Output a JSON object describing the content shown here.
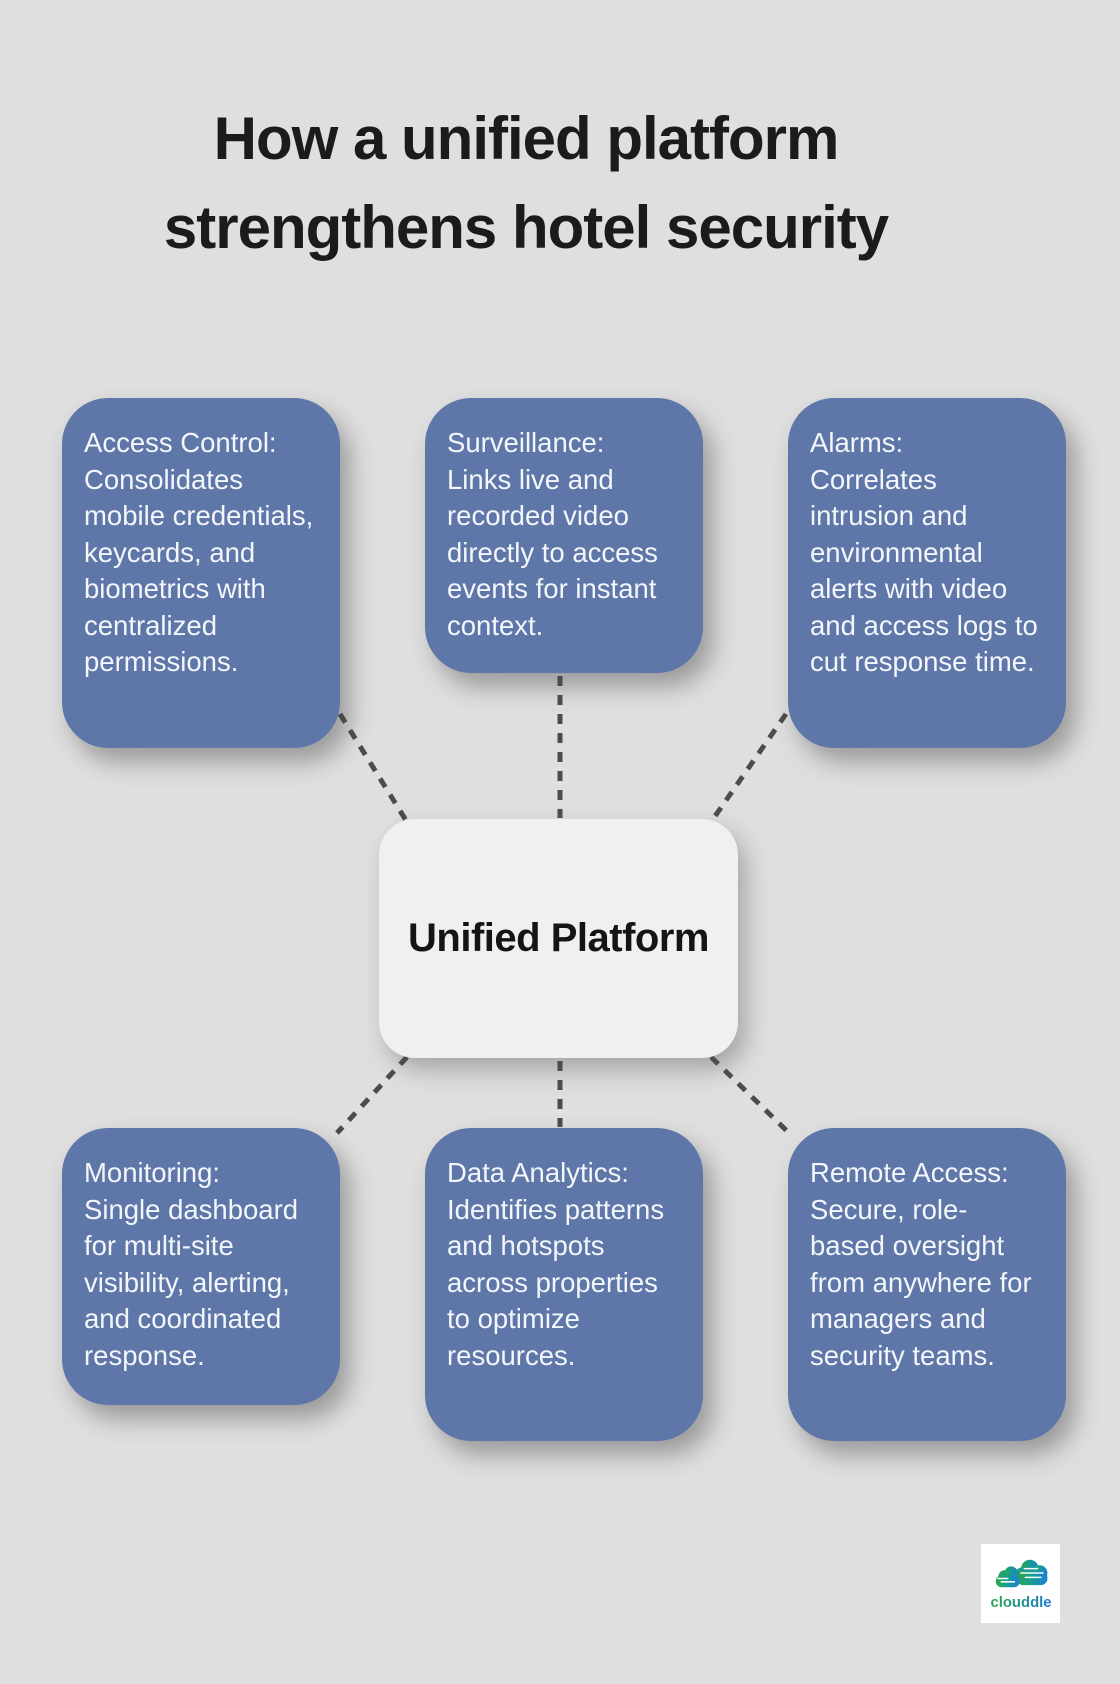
{
  "title": {
    "line1": "How a unified platform",
    "line2": "strengthens hotel security"
  },
  "center": {
    "label": "Unified Platform"
  },
  "nodes": [
    {
      "id": "access-control",
      "heading": "Access Control:",
      "body": "Consolidates mobile credentials, keycards, and biometrics with centralized permissions."
    },
    {
      "id": "surveillance",
      "heading": "Surveillance:",
      "body": "Links live and recorded video directly to access events for instant context."
    },
    {
      "id": "alarms",
      "heading": "Alarms:",
      "body": "Correlates intrusion and environmental alerts with video and access logs to cut response time."
    },
    {
      "id": "monitoring",
      "heading": "Monitoring:",
      "body": "Single dashboard for multi-site visibility, alerting, and coordinated response."
    },
    {
      "id": "data-analytics",
      "heading": "Data Analytics:",
      "body": "Identifies patterns and hotspots across properties to optimize resources."
    },
    {
      "id": "remote-access",
      "heading": "Remote Access:",
      "body": "Secure, role-based oversight from anywhere for managers and security teams."
    }
  ],
  "logo": {
    "brand": "clouddle"
  },
  "colors": {
    "background": "#dfdfe0",
    "node_fill": "#5e77a8",
    "node_text": "#f3f6fa",
    "center_fill": "#f0f0f2",
    "title_text": "#1b1b1b",
    "connector": "#4c4c4c",
    "logo_green": "#2ba84a",
    "logo_blue": "#1d7fd6"
  }
}
